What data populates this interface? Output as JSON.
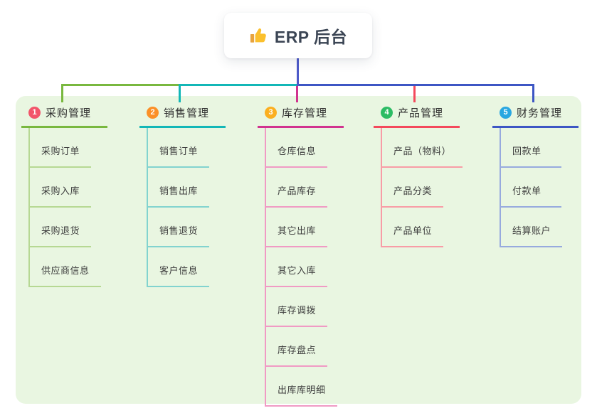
{
  "root_node": {
    "label": "ERP 后台",
    "icon": "thumbs-up-icon"
  },
  "canvas": {
    "background": "#ffffff",
    "panel_color": "#e9f6e1",
    "root_connector_color": "#4d5ac9",
    "root_text_color": "#3b4554",
    "thumb_color": "#f6bb2e",
    "branch_label_color": "#2f2f2f",
    "child_label_color": "#3e3e3e"
  },
  "branches": [
    {
      "number": "1",
      "label": "采购管理",
      "badge_color": "#f2556a",
      "line_color": "#79b83f",
      "child_line_color": "#b6d893",
      "children": [
        "采购订单",
        "采购入库",
        "采购退货",
        "供应商信息"
      ]
    },
    {
      "number": "2",
      "label": "销售管理",
      "badge_color": "#fb9027",
      "line_color": "#13b7b7",
      "child_line_color": "#82d3cf",
      "children": [
        "销售订单",
        "销售出库",
        "销售退货",
        "客户信息"
      ]
    },
    {
      "number": "3",
      "label": "库存管理",
      "badge_color": "#fbaf20",
      "line_color": "#d1338f",
      "child_line_color": "#f09ac4",
      "children": [
        "仓库信息",
        "产品库存",
        "其它出库",
        "其它入库",
        "库存调拨",
        "库存盘点",
        "出库库明细"
      ]
    },
    {
      "number": "4",
      "label": "产品管理",
      "badge_color": "#2cbc64",
      "line_color": "#f4495c",
      "child_line_color": "#f89ca6",
      "children": [
        "产品（物料）",
        "产品分类",
        "产品单位"
      ]
    },
    {
      "number": "5",
      "label": "财务管理",
      "badge_color": "#29a7e1",
      "line_color": "#3d56c4",
      "child_line_color": "#97aade",
      "children": [
        "回款单",
        "付款单",
        "结算账户"
      ]
    }
  ]
}
